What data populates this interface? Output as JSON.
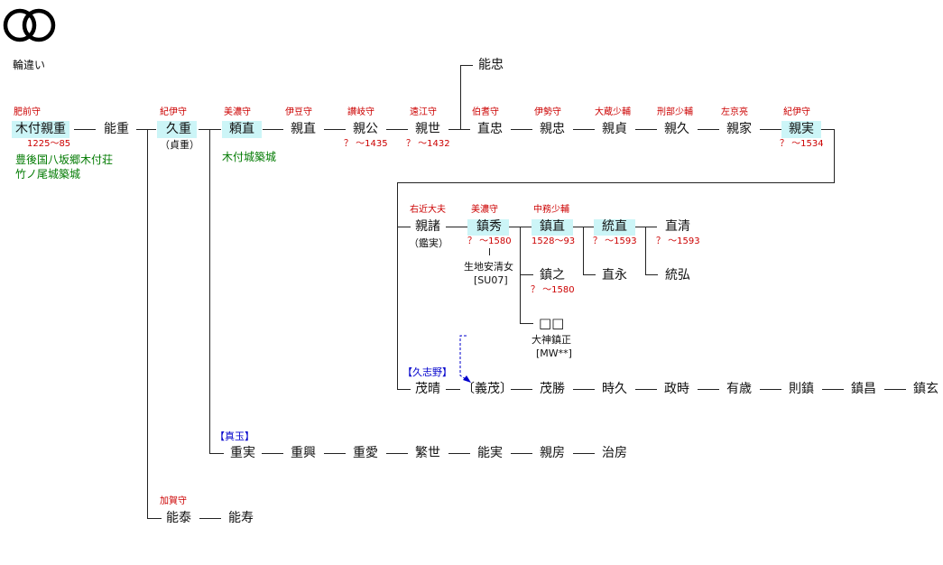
{
  "crest_label": "輪違い",
  "colors": {
    "title_red": "#cc0000",
    "note_green": "#007a00",
    "branch_blue": "#0000cc",
    "highlight": "#ccf5f7"
  },
  "nodes": {
    "kitsuki_chikashige": {
      "name": "木付親重",
      "title": "肥前守",
      "years": "1225〜85",
      "note1": "豊後国八坂郷木付荘",
      "note2": "竹ノ尾城築城"
    },
    "yoshishige": {
      "name": "能重"
    },
    "hisashige": {
      "name": "久重",
      "title": "紀伊守",
      "alias": "（貞重）"
    },
    "yorinao": {
      "name": "頼直",
      "title": "美濃守",
      "note": "木付城築城"
    },
    "chikanao": {
      "name": "親直",
      "title": "伊豆守"
    },
    "chikakimi": {
      "name": "親公",
      "title": "讃岐守",
      "years": "？ 〜1435"
    },
    "chikayo": {
      "name": "親世",
      "title": "遠江守",
      "years": "？ 〜1432"
    },
    "yoshitada": {
      "name": "能忠"
    },
    "naotada": {
      "name": "直忠",
      "title": "伯耆守"
    },
    "chikatada": {
      "name": "親忠",
      "title": "伊勢守"
    },
    "chikasada": {
      "name": "親貞",
      "title": "大蔵少輔"
    },
    "chikahisa": {
      "name": "親久",
      "title": "刑部少輔"
    },
    "chikaie": {
      "name": "親家",
      "title": "左京亮"
    },
    "chikazane": {
      "name": "親実",
      "title": "紀伊守",
      "years": "？ 〜1534"
    },
    "chikamoro": {
      "name": "親諸",
      "title": "右近大夫",
      "alias": "（鑑実）"
    },
    "shigehide": {
      "name": "鎮秀",
      "title": "美濃守",
      "years": "？ 〜1580",
      "mother": "生地安清女",
      "code": "[SU07]"
    },
    "shigenao": {
      "name": "鎮直",
      "title": "中務少輔",
      "years": "1528〜93"
    },
    "munenao": {
      "name": "統直",
      "years": "？ 〜1593"
    },
    "naokiyo": {
      "name": "直清",
      "years": "？ 〜1593"
    },
    "shigeyuki": {
      "name": "鎮之",
      "years": "？ 〜1580"
    },
    "naonaga": {
      "name": "直永"
    },
    "munehiro": {
      "name": "統弘"
    },
    "unknown": {
      "name": "□□",
      "note": "大神鎮正",
      "code": "[MW**]"
    },
    "shigeharu": {
      "name": "茂晴",
      "branch": "【久志野】"
    },
    "yoshishige2": {
      "name": "〔義茂〕"
    },
    "shigekatsu": {
      "name": "茂勝"
    },
    "tokihisa": {
      "name": "時久"
    },
    "masatoki": {
      "name": "政時"
    },
    "aritoshi": {
      "name": "有歳"
    },
    "norishige": {
      "name": "則鎮"
    },
    "shigemasa": {
      "name": "鎮昌"
    },
    "shigeharu2": {
      "name": "鎮玄"
    },
    "shigezane": {
      "name": "重実",
      "branch": "【真玉】"
    },
    "shigeoki": {
      "name": "重興"
    },
    "shigeai": {
      "name": "重愛"
    },
    "shigeyo": {
      "name": "繁世"
    },
    "yoshizane": {
      "name": "能実"
    },
    "chikafusa": {
      "name": "親房"
    },
    "harufusa": {
      "name": "治房"
    },
    "yoshiyasu": {
      "name": "能泰",
      "title": "加賀守"
    },
    "yoshihisa": {
      "name": "能寿"
    }
  }
}
